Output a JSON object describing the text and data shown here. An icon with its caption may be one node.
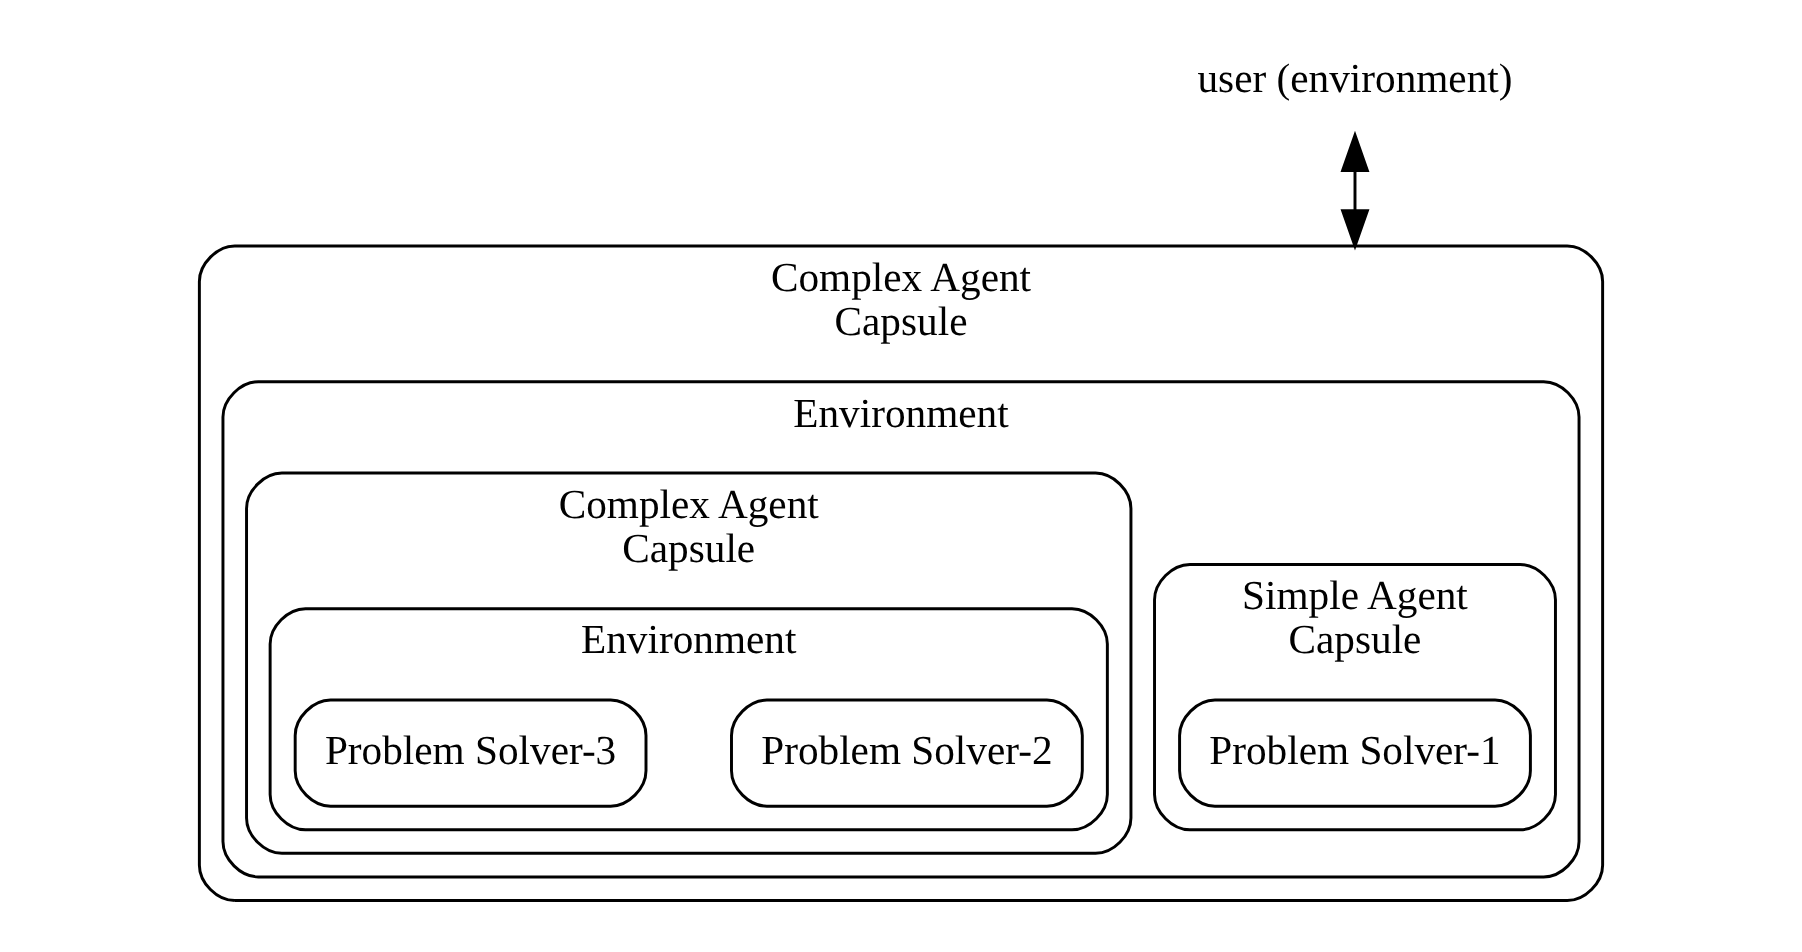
{
  "diagram": {
    "nodes": [
      {
        "text": [
          "user (environment)"
        ]
      },
      {
        "text": [
          "Complex Agent",
          "Capsule"
        ]
      },
      {
        "text": [
          "Environment"
        ],
        "in": 1
      },
      {
        "text": [
          "Simple Agent",
          "Capsule"
        ],
        "in": 2
      },
      {
        "text": [
          "Problem Solver-1"
        ],
        "in": 3
      },
      {
        "text": [
          "Complex Agent",
          "Capsule"
        ],
        "in": 2
      },
      {
        "text": [
          "Environment"
        ],
        "in": 5
      },
      {
        "text": [
          "Problem Solver-2"
        ],
        "in": 6
      },
      {
        "text": [
          "Problem Solver-3"
        ],
        "in": 6
      }
    ],
    "edges": [
      {
        "from": 0,
        "to": 1,
        "arrow": "both"
      }
    ]
  }
}
